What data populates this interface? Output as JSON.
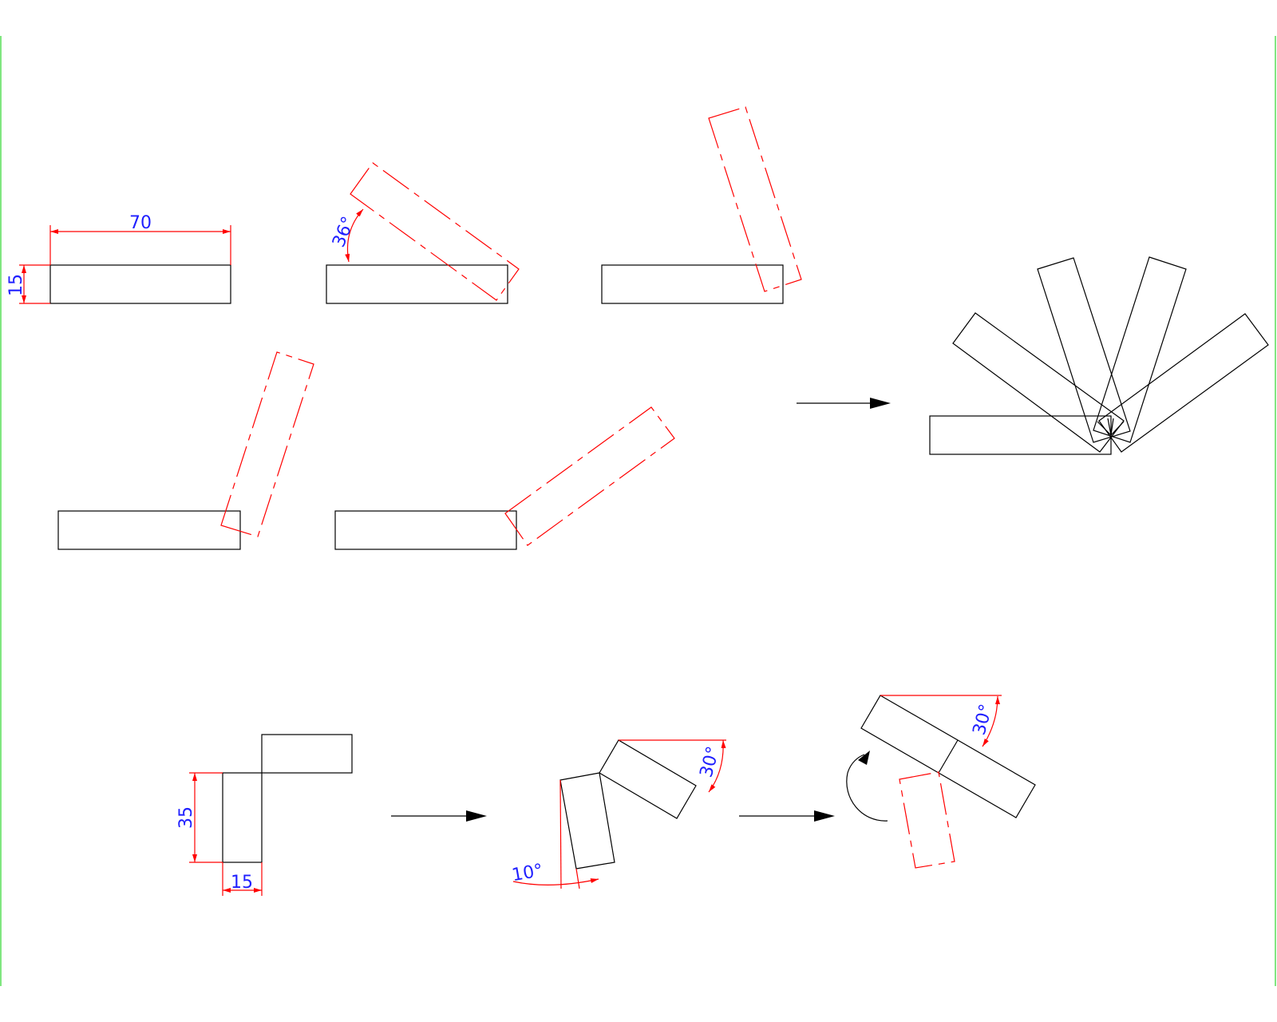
{
  "colors": {
    "outline": "#000000",
    "rotated_copy": "#ff0000",
    "dimension_line": "#ff0000",
    "dimension_text": "#1f1fff",
    "frame_border": "#00cc00",
    "arrow": "#000000"
  },
  "dimensions": {
    "bar_length": "70",
    "bar_width": "15",
    "rotation_angle": "36°",
    "l_height": "35",
    "l_width": "15",
    "tilt_angle": "10°",
    "top_angle_a": "30°",
    "top_angle_b": "30°"
  },
  "icons": {
    "process_arrow": "right-arrow",
    "rotate_arrow": "counterclockwise-rotate-arrow"
  }
}
